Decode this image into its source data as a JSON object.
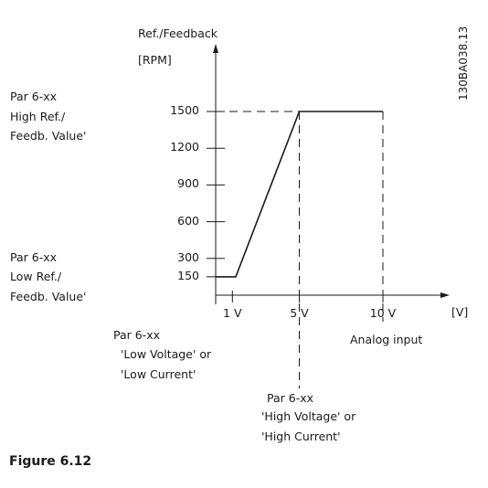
{
  "y_axis": {
    "label_line1": "Ref./Feedback",
    "label_line2": "[RPM]"
  },
  "x_axis": {
    "unit": "[V]",
    "label": "Analog input"
  },
  "doc_code": "130BA038.13",
  "figure_caption": "Figure 6.12",
  "annotations": {
    "high_ref": [
      "Par 6-xx",
      "High Ref./",
      "Feedb. Value'"
    ],
    "low_ref": [
      "Par 6-xx",
      "Low Ref./",
      "Feedb. Value'"
    ],
    "low_voltage": [
      "Par 6-xx",
      "'Low Voltage' or",
      "'Low Current'"
    ],
    "high_voltage": [
      "Par 6-xx",
      "'High Voltage' or",
      "'High Current'"
    ]
  },
  "chart_data": {
    "type": "line",
    "xlabel": "Analog input",
    "ylabel": "Ref./Feedback [RPM]",
    "x_ticks": [
      {
        "value": 1,
        "label": "1 V"
      },
      {
        "value": 5,
        "label": "5 V"
      },
      {
        "value": 10,
        "label": "10 V"
      }
    ],
    "y_ticks": [
      150,
      300,
      600,
      900,
      1200,
      1500
    ],
    "series": [
      {
        "x": [
          0,
          1.2,
          5,
          10
        ],
        "y": [
          150,
          150,
          1500,
          1500
        ]
      }
    ],
    "dashed_guides": [
      {
        "from": [
          0,
          1500
        ],
        "to": [
          5,
          1500
        ]
      },
      {
        "from": [
          5,
          1500
        ],
        "to": [
          5,
          0
        ]
      },
      {
        "from": [
          10,
          1500
        ],
        "to": [
          10,
          0
        ]
      }
    ],
    "colors": {
      "line": "#1a1a1a"
    }
  }
}
